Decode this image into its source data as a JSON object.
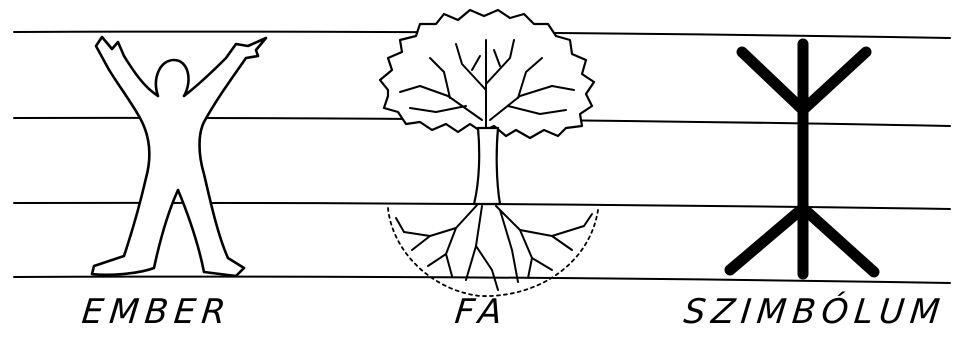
{
  "labels": {
    "human": "EMBER",
    "tree": "FA",
    "symbol": "SZIMBÓLUM"
  }
}
